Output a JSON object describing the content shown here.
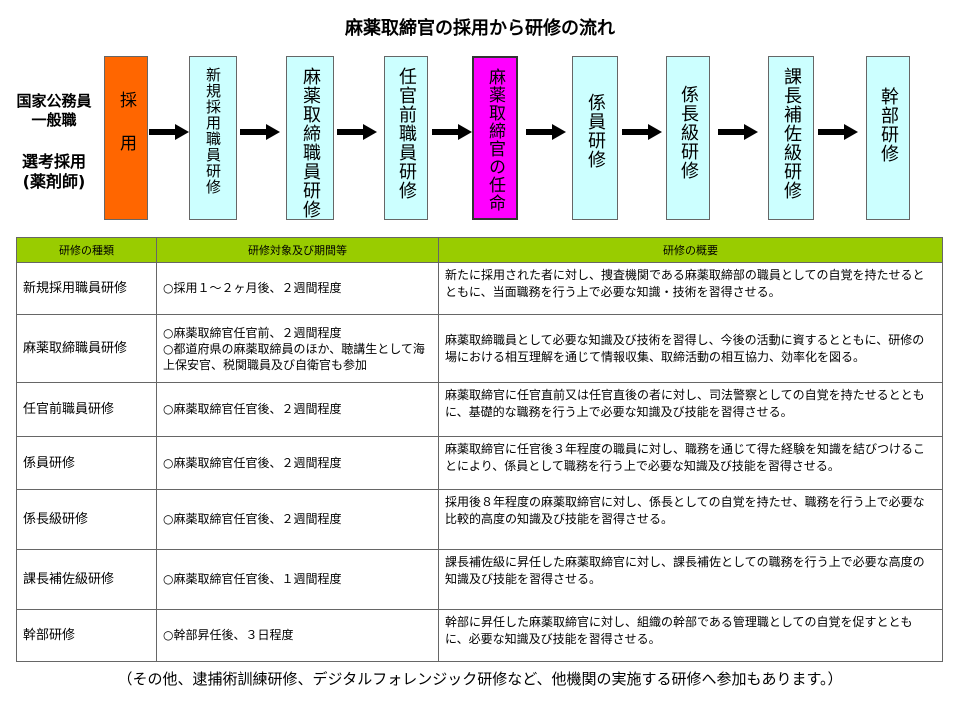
{
  "title": "麻薬取締官の採用から研修の流れ",
  "left_labels": {
    "line1": "国家公務員",
    "line2": "一般職",
    "line3": "選考採用",
    "line4": "(薬剤師)"
  },
  "flow": [
    {
      "label": "採用",
      "color": "#ff6600"
    },
    {
      "label": "新規採用職員研修",
      "color": "#ccffff"
    },
    {
      "label": "麻薬取締職員研修",
      "color": "#ccffff"
    },
    {
      "label": "任官前職員研修",
      "color": "#ccffff"
    },
    {
      "label": "麻薬取締官の任命",
      "color": "#ff00ff"
    },
    {
      "label": "係員研修",
      "color": "#ccffff"
    },
    {
      "label": "係長級研修",
      "color": "#ccffff"
    },
    {
      "label": "課長補佐級研修",
      "color": "#ccffff"
    },
    {
      "label": "幹部研修",
      "color": "#ccffff"
    }
  ],
  "table": {
    "headers": [
      "研修の種類",
      "研修対象及び期間等",
      "研修の概要"
    ],
    "rows": [
      {
        "type": "新規採用職員研修",
        "target": "○採用１～２ヶ月後、２週間程度",
        "summary": "新たに採用された者に対し、捜査機関である麻薬取締部の職員としての自覚を持たせるとともに、当面職務を行う上で必要な知識・技術を習得させる。"
      },
      {
        "type": "麻薬取締職員研修",
        "target": "○麻薬取締官任官前、２週間程度\n○都道府県の麻薬取締員のほか、聴講生として海上保安官、税関職員及び自衛官も参加",
        "summary": "麻薬取締職員として必要な知識及び技術を習得し、今後の活動に資するとともに、研修の場における相互理解を通じて情報収集、取締活動の相互協力、効率化を図る。"
      },
      {
        "type": "任官前職員研修",
        "target": "○麻薬取締官任官後、２週間程度",
        "summary": "麻薬取締官に任官直前又は任官直後の者に対し、司法警察としての自覚を持たせるとともに、基礎的な職務を行う上で必要な知識及び技能を習得させる。"
      },
      {
        "type": "係員研修",
        "target": "○麻薬取締官任官後、２週間程度",
        "summary": "麻薬取締官に任官後３年程度の職員に対し、職務を通じて得た経験を知識を結びつけることにより、係員として職務を行う上で必要な知識及び技能を習得させる。"
      },
      {
        "type": "係長級研修",
        "target": "○麻薬取締官任官後、２週間程度",
        "summary": "採用後８年程度の麻薬取締官に対し、係長としての自覚を持たせ、職務を行う上で必要な比較的高度の知識及び技能を習得させる。"
      },
      {
        "type": "課長補佐級研修",
        "target": "○麻薬取締官任官後、１週間程度",
        "summary": "課長補佐級に昇任した麻薬取締官に対し、課長補佐としての職務を行う上で必要な高度の知識及び技能を習得させる。"
      },
      {
        "type": "幹部研修",
        "target": "○幹部昇任後、３日程度",
        "summary": "幹部に昇任した麻薬取締官に対し、組織の幹部である管理職としての自覚を促すとともに、必要な知識及び技能を習得させる。"
      }
    ]
  },
  "footer": "（その他、逮捕術訓練研修、デジタルフォレンジック研修など、他機関の実施する研修へ参加もあります。）"
}
